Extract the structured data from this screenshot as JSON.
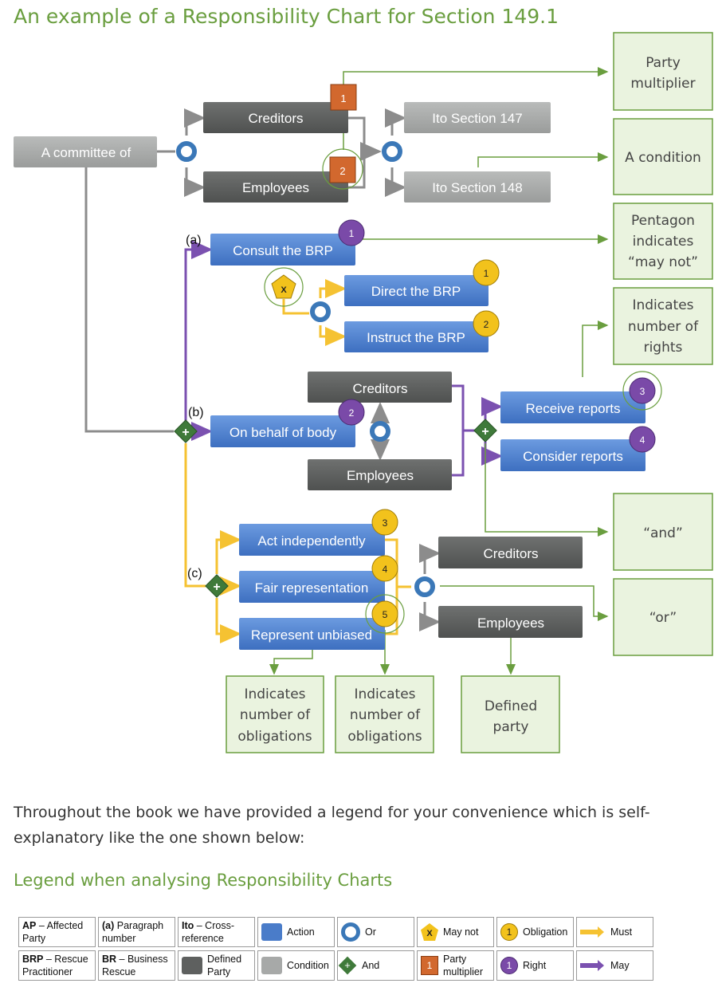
{
  "title": "An example of a Responsibility Chart for Section 149.1",
  "paragraph": "Throughout the book we have provided a legend for your convenience which is self-explanatory like the one shown below:",
  "legend_title": "Legend when analysing Responsibility Charts",
  "colors": {
    "action": "#4a7cc9",
    "defined_party": "#5e605f",
    "condition": "#a7a9a8",
    "must": "#f5c232",
    "may": "#7b51b0",
    "note_border": "#6a9e3f",
    "note_fill": "#eaf3df"
  },
  "boxes": {
    "committee": "A committee of",
    "creditors_top": "Creditors",
    "employees_top": "Employees",
    "ito147": "Ito  Section 147",
    "ito148": "Ito Section 148",
    "consult": "Consult the BRP",
    "direct": "Direct the BRP",
    "instruct": "Instruct the BRP",
    "creditors_mid": "Creditors",
    "behalf": "On behalf of body",
    "employees_mid": "Employees",
    "receive": "Receive reports",
    "consider": "Consider reports",
    "act": "Act independently",
    "fair": "Fair representation",
    "unbiased": "Represent unbiased",
    "creditors_bot": "Creditors",
    "employees_bot": "Employees"
  },
  "para_labels": {
    "a": "(a)",
    "b": "(b)",
    "c": "(c)"
  },
  "badges": {
    "mult1": "1",
    "mult2": "2",
    "x": "X",
    "right1": "1",
    "right2": "2",
    "right3": "3",
    "right4": "4",
    "ob1": "1",
    "ob2": "2",
    "ob3": "3",
    "ob4": "4",
    "ob5": "5",
    "and": "+"
  },
  "notes": {
    "party_multiplier": [
      "Party",
      "multiplier"
    ],
    "a_condition": [
      "A condition"
    ],
    "pentagon": [
      "Pentagon",
      "indicates",
      "“may not”"
    ],
    "rights": [
      "Indicates",
      "number of",
      "rights"
    ],
    "and": [
      "“and”"
    ],
    "or": [
      "“or”"
    ],
    "obl1": [
      "Indicates",
      "number of",
      "obligations"
    ],
    "obl2": [
      "Indicates",
      "number of",
      "obligations"
    ],
    "defined": [
      "Defined",
      "party"
    ]
  },
  "legend": {
    "ap_abbr": "AP",
    "ap_text": " – Affected Party",
    "para_abbr": "(a)",
    "para_text": " Paragraph number",
    "ito_abbr": "Ito",
    "ito_text": " – Cross-reference",
    "action": "Action",
    "or": "Or",
    "may_not": "May not",
    "obligation": "Obligation",
    "must": "Must",
    "brp_abbr": "BRP",
    "brp_text": " – Rescue Practitioner",
    "br_abbr": "BR",
    "br_text": " – Business Rescue",
    "defined_party": "Defined Party",
    "condition": "Condition",
    "and": "And",
    "party_multiplier": "Party multiplier",
    "right": "Right",
    "may": "May",
    "one": "1",
    "x": "X",
    "plus": "+"
  }
}
